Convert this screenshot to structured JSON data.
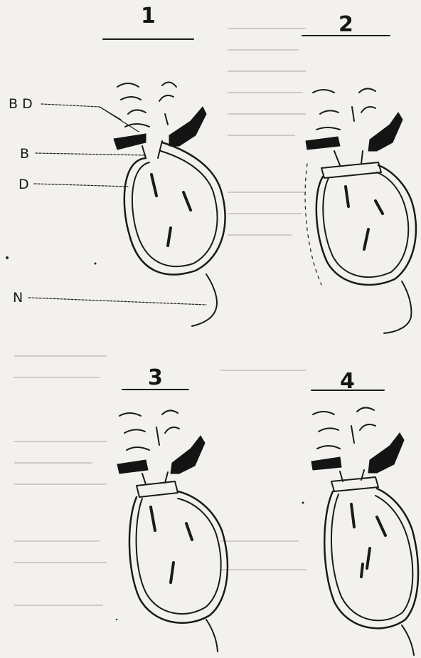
{
  "panels": [
    {
      "number": "1"
    },
    {
      "number": "2"
    },
    {
      "number": "3"
    },
    {
      "number": "4"
    }
  ],
  "labels": {
    "bd": "B D",
    "b": "B",
    "d": "D",
    "n": "N"
  }
}
